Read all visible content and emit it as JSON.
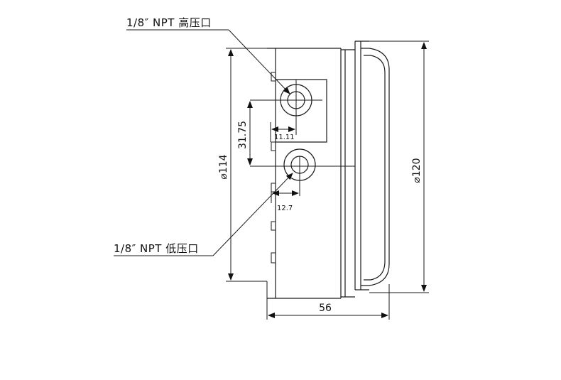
{
  "labels": {
    "high_port": "1/8″ NPT 高压口",
    "low_port": "1/8″ NPT 低压口"
  },
  "dimensions": {
    "body_diameter": "⌀114",
    "bezel_diameter": "⌀120",
    "depth": "56",
    "port_spacing": "31.75",
    "high_port_offset": "11.11",
    "low_port_offset": "12.7"
  }
}
